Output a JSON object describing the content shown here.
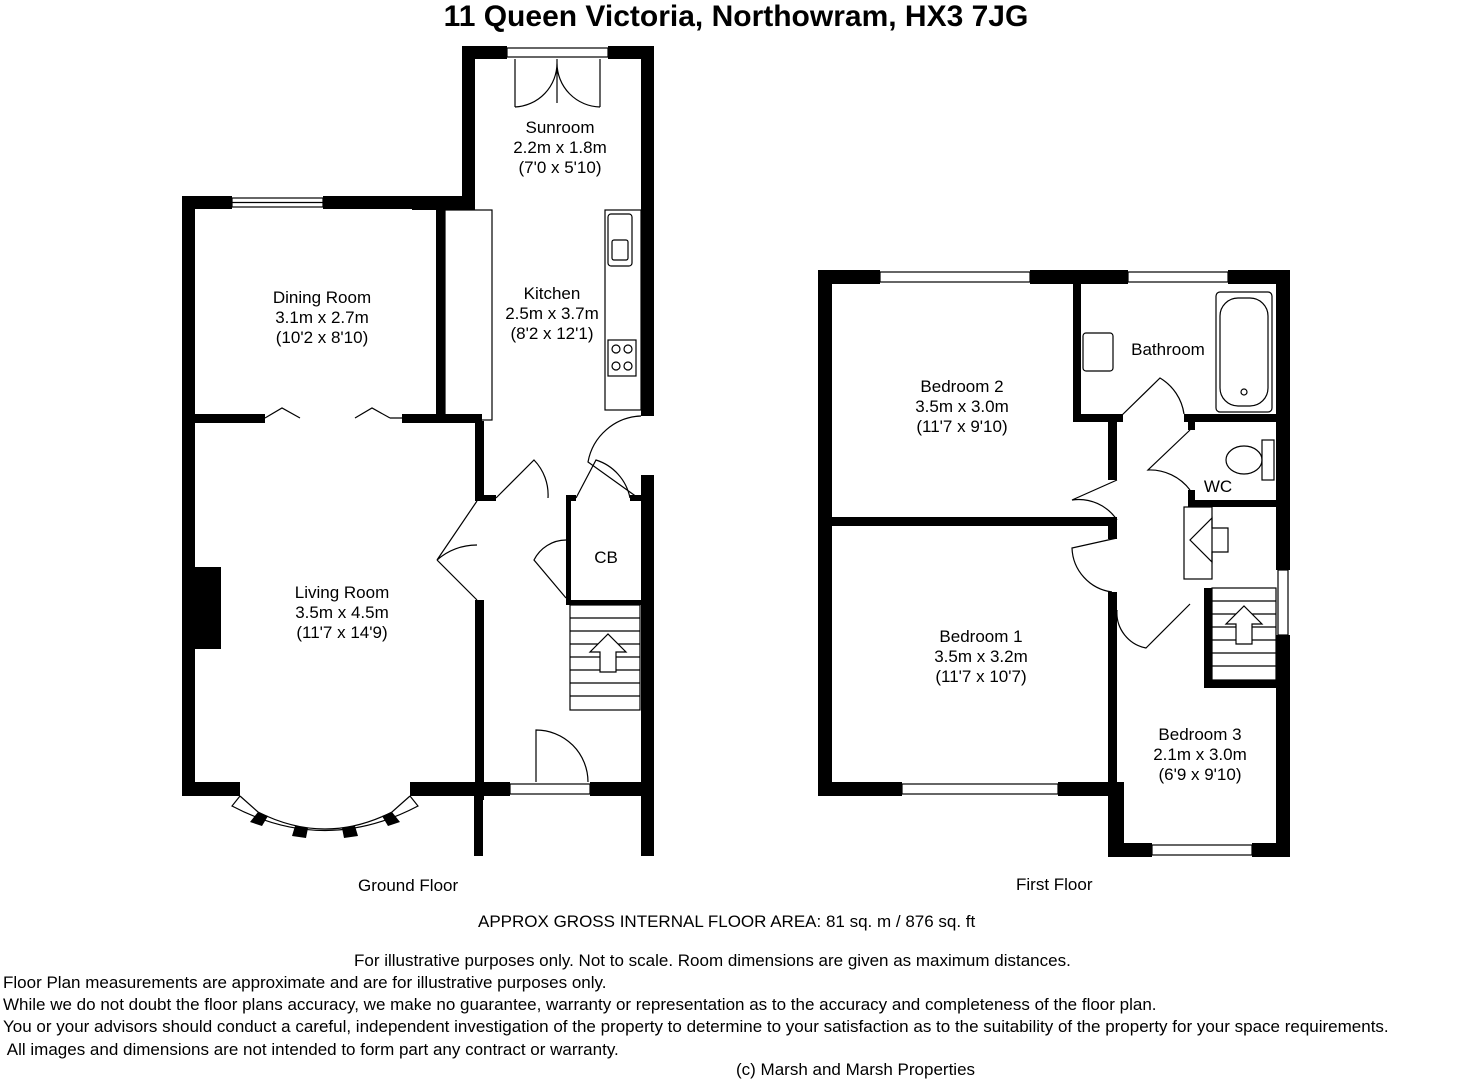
{
  "title": "11 Queen Victoria, Northowram, HX3 7JG",
  "rooms": {
    "sunroom": {
      "name": "Sunroom",
      "metric": "2.2m x 1.8m",
      "imperial": "(7'0 x 5'10)"
    },
    "kitchen": {
      "name": "Kitchen",
      "metric": "2.5m x 3.7m",
      "imperial": "(8'2 x 12'1)"
    },
    "dining": {
      "name": "Dining Room",
      "metric": "3.1m x 2.7m",
      "imperial": "(10'2 x 8'10)"
    },
    "living": {
      "name": "Living Room",
      "metric": "3.5m x 4.5m",
      "imperial": "(11'7 x 14'9)"
    },
    "cb": {
      "name": "CB"
    },
    "bedroom2": {
      "name": "Bedroom 2",
      "metric": "3.5m x 3.0m",
      "imperial": "(11'7 x 9'10)"
    },
    "bathroom": {
      "name": "Bathroom"
    },
    "wc": {
      "name": "WC"
    },
    "bedroom1": {
      "name": "Bedroom 1",
      "metric": "3.5m x 3.2m",
      "imperial": "(11'7 x 10'7)"
    },
    "bedroom3": {
      "name": "Bedroom 3",
      "metric": "2.1m x 3.0m",
      "imperial": "(6'9 x 9'10)"
    }
  },
  "floors": {
    "ground": "Ground Floor",
    "first": "First Floor"
  },
  "area": "APPROX GROSS INTERNAL FLOOR AREA:  81 sq. m  / 876 sq. ft",
  "disclaimer": [
    "For illustrative purposes only.  Not to scale.  Room dimensions are given as maximum distances.",
    "Floor Plan measurements are approximate and are for illustrative purposes only.",
    "While we do not doubt the floor plans accuracy, we make no guarantee, warranty or representation as to the accuracy and completeness of the floor plan.",
    "You or your advisors should conduct a careful, independent investigation of the property to determine to your satisfaction as to the suitability of the property for your space requirements.",
    " All images and dimensions are not intended to form part any contract or warranty."
  ],
  "copyright": "(c) Marsh and Marsh Properties"
}
